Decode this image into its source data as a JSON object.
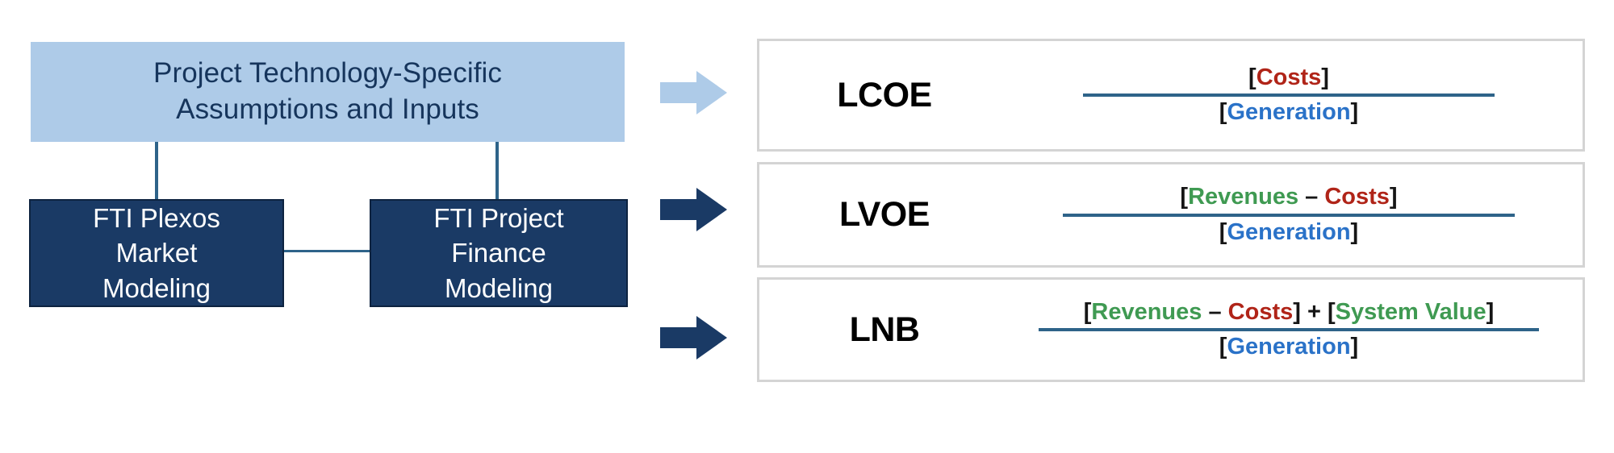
{
  "diagram": {
    "title_node": {
      "line1": "Project Technology-Specific",
      "line2": "Assumptions and Inputs",
      "fill": "#aecbe8"
    },
    "model_nodes": [
      {
        "name": "plexos",
        "line1": "FTI Plexos",
        "line2": "Market",
        "line3": "Modeling",
        "fill": "#1a3a65"
      },
      {
        "name": "project-finance",
        "line1": "FTI Project",
        "line2": "Finance",
        "line3": "Modeling",
        "fill": "#1a3a65"
      }
    ],
    "arrows": [
      {
        "name": "arrow-to-lcoe",
        "style": "light",
        "color": "#aecbe8"
      },
      {
        "name": "arrow-to-lvoe",
        "style": "dark",
        "color": "#1a3a65"
      },
      {
        "name": "arrow-to-lnb",
        "style": "dark",
        "color": "#1a3a65"
      }
    ],
    "metrics": [
      {
        "label": "LCOE",
        "numerator_tokens": [
          {
            "text": "[",
            "color_role": "bracket"
          },
          {
            "text": "Costs",
            "color_role": "cost"
          },
          {
            "text": "]",
            "color_role": "bracket"
          }
        ],
        "denominator_tokens": [
          {
            "text": "[",
            "color_role": "bracket"
          },
          {
            "text": "Generation",
            "color_role": "generation"
          },
          {
            "text": "]",
            "color_role": "bracket"
          }
        ],
        "numerator_text": "[Costs]",
        "denominator_text": "[Generation]"
      },
      {
        "label": "LVOE",
        "numerator_tokens": [
          {
            "text": "[",
            "color_role": "bracket"
          },
          {
            "text": "Revenues",
            "color_role": "revenue"
          },
          {
            "text": " – ",
            "color_role": "operator"
          },
          {
            "text": "Costs",
            "color_role": "cost"
          },
          {
            "text": "]",
            "color_role": "bracket"
          }
        ],
        "denominator_tokens": [
          {
            "text": "[",
            "color_role": "bracket"
          },
          {
            "text": "Generation",
            "color_role": "generation"
          },
          {
            "text": "]",
            "color_role": "bracket"
          }
        ],
        "numerator_text": "[Revenues – Costs]",
        "denominator_text": "[Generation]"
      },
      {
        "label": "LNB",
        "numerator_tokens": [
          {
            "text": "[",
            "color_role": "bracket"
          },
          {
            "text": "Revenues",
            "color_role": "revenue"
          },
          {
            "text": " – ",
            "color_role": "operator"
          },
          {
            "text": "Costs",
            "color_role": "cost"
          },
          {
            "text": "] + [",
            "color_role": "bracket"
          },
          {
            "text": "System Value",
            "color_role": "revenue"
          },
          {
            "text": "]",
            "color_role": "bracket"
          }
        ],
        "denominator_tokens": [
          {
            "text": "[",
            "color_role": "bracket"
          },
          {
            "text": "Generation",
            "color_role": "generation"
          },
          {
            "text": "]",
            "color_role": "bracket"
          }
        ],
        "numerator_text": "[Revenues – Costs] + [System Value]",
        "denominator_text": "[Generation]"
      }
    ],
    "colors": {
      "cost": "#b02418",
      "generation": "#2a72c8",
      "revenue": "#3f9a52",
      "bracket": "#151515",
      "operator": "#151515",
      "light_blue": "#aecbe8",
      "dark_blue": "#1a3a65",
      "connector": "#2e6389",
      "box_border": "#d4d4d4"
    }
  }
}
